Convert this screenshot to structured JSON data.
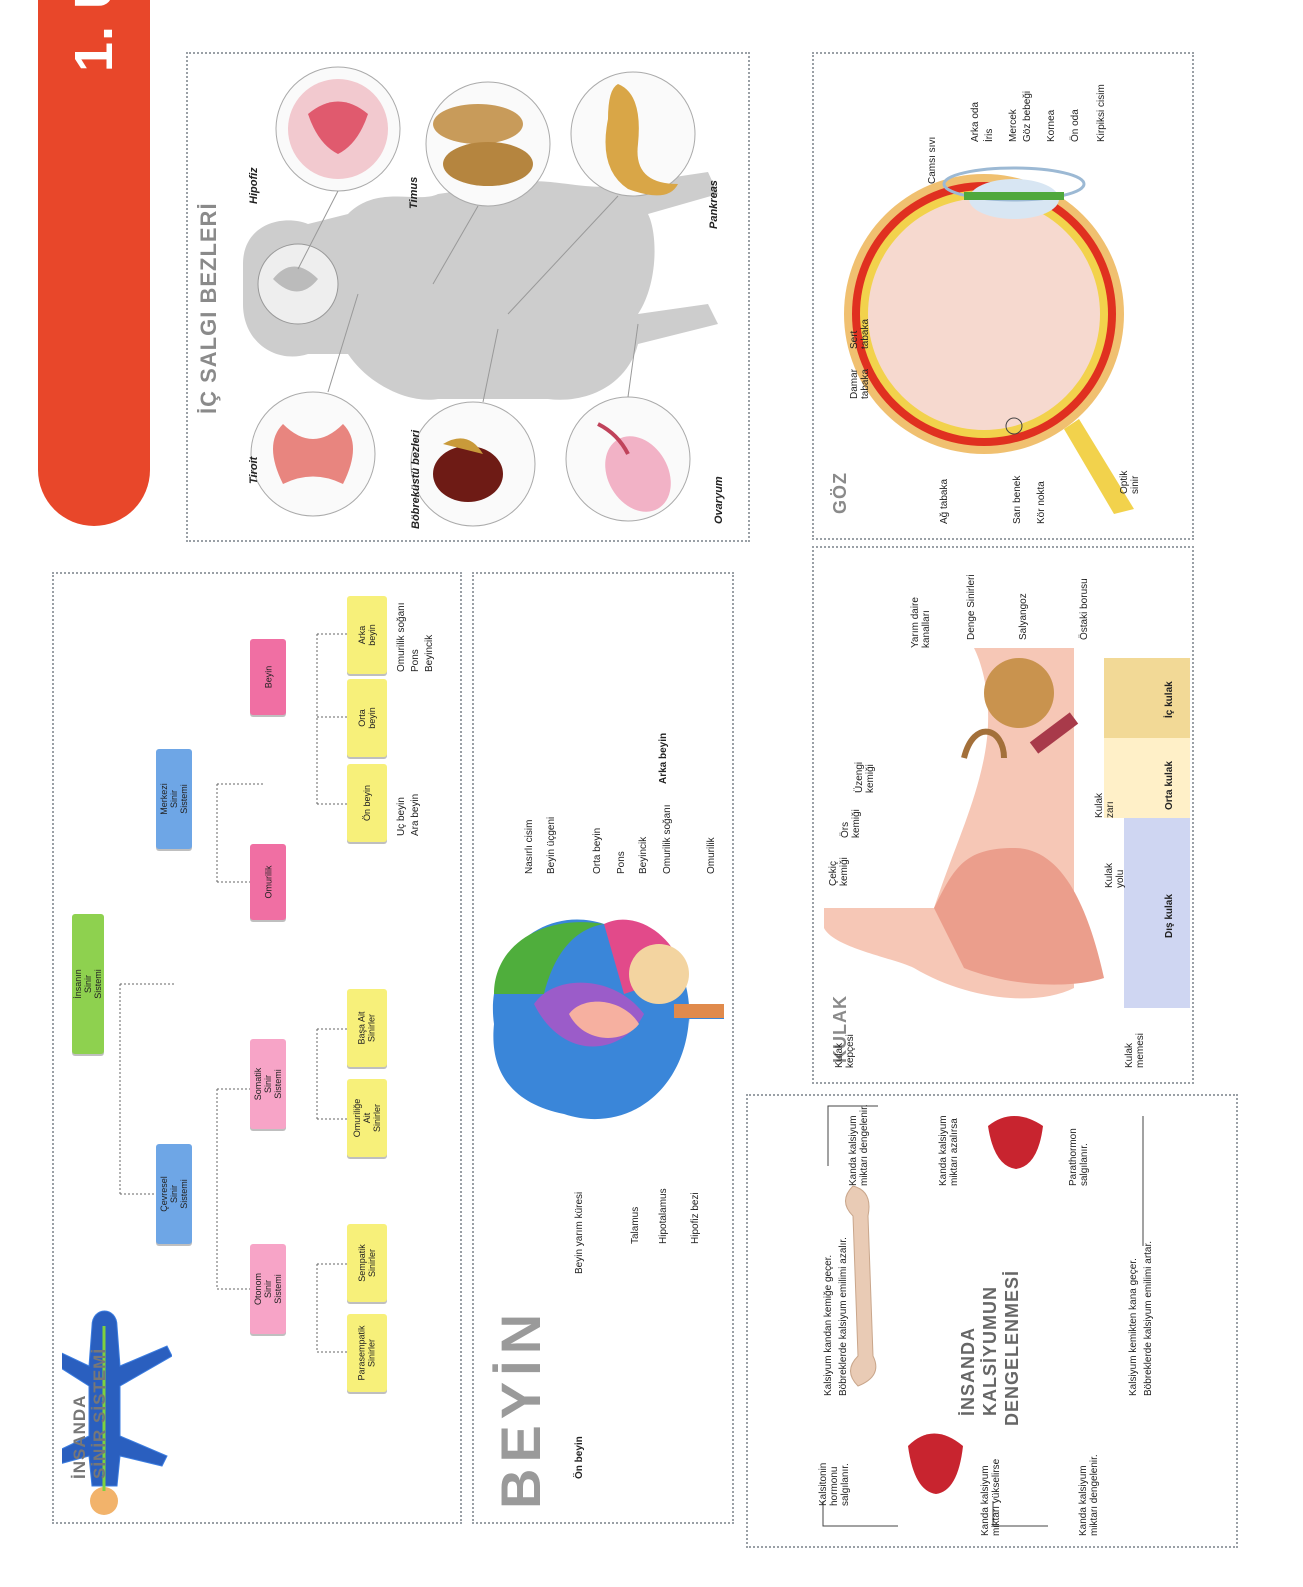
{
  "banner": {
    "unit": "1. ÜNİTE",
    "subtitle": "infografik"
  },
  "nervous": {
    "title_line1": "İNSANDA",
    "title_line2": "SİNİR SİSTEMİ",
    "root": "İnsanın Sinir Sistemi",
    "peripheral": "Çevresel\nSinir Sistemi",
    "central": "Merkezi\nSinir Sistemi",
    "autonomic": "Otonom\nSinir Sistemi",
    "somatic": "Somatik\nSinir Sistemi",
    "spinal": "Omurilik",
    "brain": "Beyin",
    "parasympathetic": "Parasempatik\nSinirler",
    "sympathetic": "Sempatik\nSinirler",
    "spinal_nerves": "Omuriliğe\nAit Sinirler",
    "cranial_nerves": "Başa Ait\nSinirler",
    "forebrain": "Ön beyin",
    "midbrain": "Orta beyin",
    "hindbrain": "Arka beyin",
    "forebrain_parts": [
      "Uç beyin",
      "Ara beyin"
    ],
    "hindbrain_parts": [
      "Omurilik soğanı",
      "Pons",
      "Beyincik"
    ]
  },
  "brain": {
    "title": "BEYİN",
    "front_label": "Ön beyin",
    "back_label": "Arka beyin",
    "labels_bottom": [
      "Beyin yarım küresi",
      "Talamus",
      "Hipotalamus",
      "Hipofiz bezi"
    ],
    "labels_right": [
      "Nasırlı cisim",
      "Beyin üçgeni",
      "Orta beyin",
      "Pons",
      "Beyincik",
      "Omurilik soğanı",
      "Omurilik"
    ]
  },
  "glands": {
    "title": "İÇ SALGI BEZLERİ",
    "items": [
      "Hipofiz",
      "Timus",
      "Pankreas",
      "Tiroit",
      "Böbreküstü bezleri",
      "Ovaryum"
    ]
  },
  "eye": {
    "title": "GÖZ",
    "labels_top": [
      "Camsı sıvı",
      "Arka oda",
      "İris",
      "Mercek",
      "Göz bebeği",
      "Kornea",
      "Ön oda",
      "Kirpiksi cisim"
    ],
    "sclera": "Sert\ntabaka",
    "choroid": "Damar\ntabaka",
    "retina": "Ağ tabaka",
    "yellow_spot": "Sarı benek",
    "blind_spot": "Kör nokta",
    "optic_nerve": "Optik\nsinir"
  },
  "ear": {
    "title": "KULAK",
    "labels_top": [
      "Yarım daire\nkanalları",
      "Denge Sinirleri",
      "Salyangoz",
      "Östaki borusu"
    ],
    "labels_left": [
      "Çekiç\nkemiği",
      "Örs\nkemiği",
      "Üzengi\nkemiği"
    ],
    "pinna": "Kulak\nkepçesi",
    "lobe": "Kulak\nmemesi",
    "canal": "Kulak\nyolu",
    "eardrum": "Kulak\nzarı",
    "outer": "Dış kulak",
    "middle": "Orta kulak",
    "inner": "İç kulak"
  },
  "calcium": {
    "title_line1": "İNSANDA",
    "title_line2": "KALSİYUMUN",
    "title_line3": "DENGELENMESİ",
    "calcitonin": "Kalsitonin\nhormonu\nsalgılanır.",
    "high": "Kanda kalsiyum\nmiktarı yükselirse",
    "balance_left": "Kanda kalsiyum\nmiktarı dengelenir.",
    "to_bone_1": "Kalsiyum kandan kemiğe geçer.",
    "to_bone_2": "Böbreklerde kalsiyum emilimi azalır.",
    "balance_top": "Kanda kalsiyum\nmiktarı dengelenir.",
    "low": "Kanda kalsiyum\nmiktarı azalırsa",
    "parathormone": "Parathormon\nsalgılanır.",
    "to_blood_1": "Kalsiyum kemikten kana geçer.",
    "to_blood_2": "Böbreklerde kalsiyum emilimi artar."
  },
  "colors": {
    "accent": "#e8472a",
    "heading_gray": "#8a8a8a"
  }
}
